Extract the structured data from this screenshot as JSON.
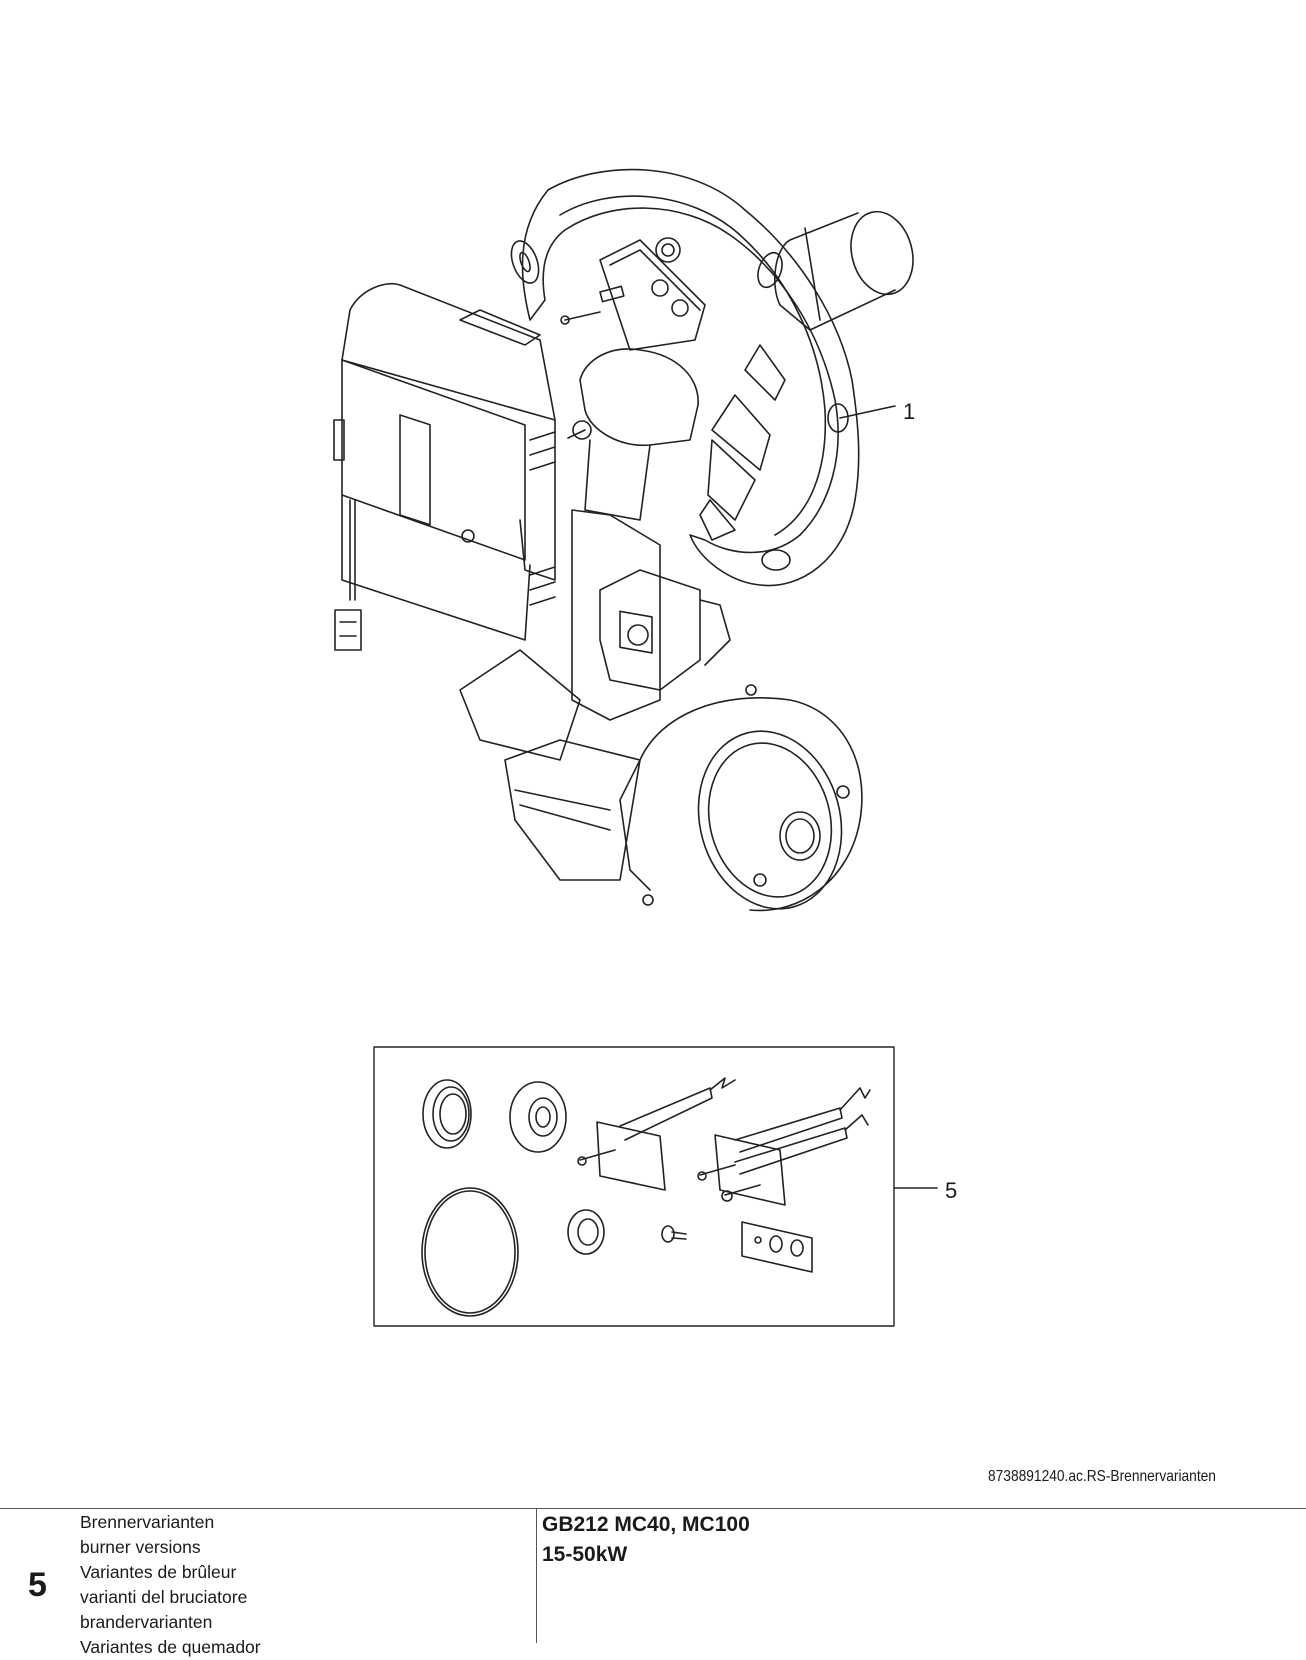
{
  "drawing": {
    "callouts": [
      {
        "id": "1",
        "label": "1"
      },
      {
        "id": "5",
        "label": "5"
      }
    ],
    "reference": "8738891240.ac.RS-Brennervarianten"
  },
  "footer": {
    "section_number": "5",
    "titles": [
      "Brennervarianten",
      "burner versions",
      "Variantes de brûleur",
      "varianti del bruciatore",
      "brandervarianten",
      "Variantes de quemador"
    ],
    "model": "GB212 MC40, MC100",
    "power_range": "15-50kW"
  }
}
